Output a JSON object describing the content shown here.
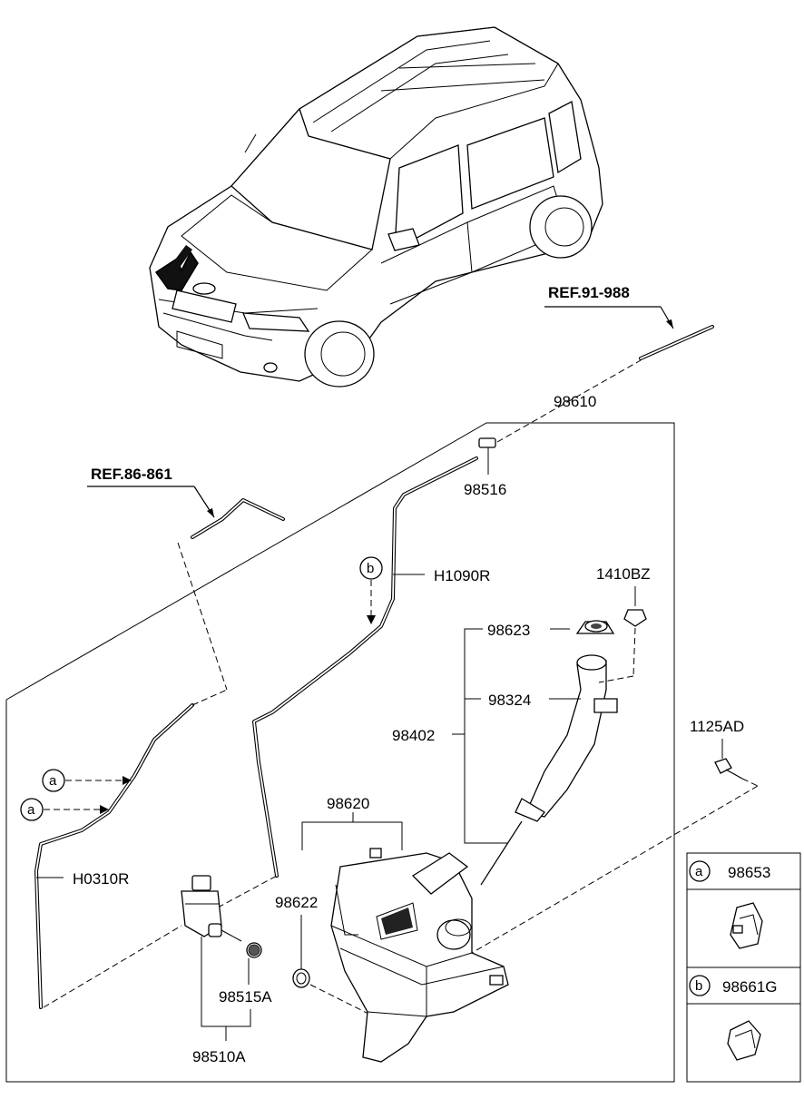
{
  "references": {
    "ref_top": "REF.91-988",
    "ref_left": "REF.86-861"
  },
  "parts": {
    "p98610": "98610",
    "p98516": "98516",
    "h1090r": "H1090R",
    "p1410bz": "1410BZ",
    "p98623": "98623",
    "p98324": "98324",
    "p98402": "98402",
    "p1125ad": "1125AD",
    "h0310r": "H0310R",
    "p98620": "98620",
    "p98622": "98622",
    "p98515a": "98515A",
    "p98510a": "98510A"
  },
  "callouts": {
    "a": "a",
    "b": "b"
  },
  "legend": {
    "row_a": {
      "marker": "a",
      "part": "98653"
    },
    "row_b": {
      "marker": "b",
      "part": "98661G"
    }
  }
}
